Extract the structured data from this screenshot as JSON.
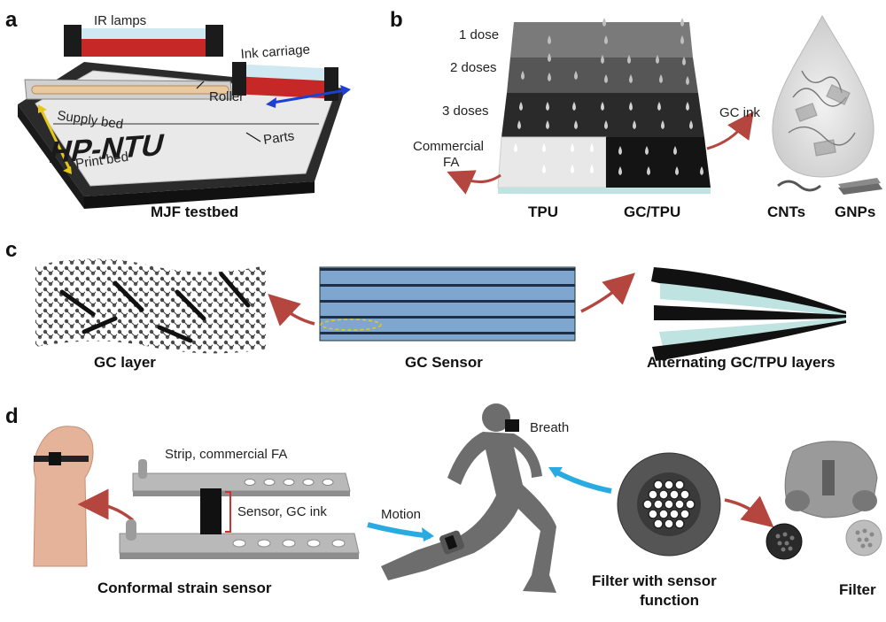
{
  "panels": {
    "a": {
      "letter": "a",
      "labels": {
        "ir_lamps": "IR lamps",
        "ink_carriage": "Ink carriage",
        "roller": "Roller",
        "supply_bed": "Supply bed",
        "parts": "Parts",
        "print_bed": "Print bed",
        "part_text": "HP-NTU"
      },
      "caption": "MJF testbed"
    },
    "b": {
      "letter": "b",
      "doses": [
        "1 dose",
        "2 doses",
        "3 doses"
      ],
      "commercial_fa": [
        "Commercial",
        "FA"
      ],
      "gc_ink": "GC ink",
      "captions": [
        "TPU",
        "GC/TPU",
        "CNTs",
        "GNPs"
      ]
    },
    "c": {
      "letter": "c",
      "captions": [
        "GC layer",
        "GC Sensor",
        "Alternating GC/TPU layers"
      ]
    },
    "d": {
      "letter": "d",
      "labels": {
        "strip": "Strip, commercial FA",
        "sensor": "Sensor, GC ink",
        "motion": "Motion",
        "breath": "Breath"
      },
      "captions": {
        "strain": "Conformal strain sensor",
        "filter_line1": "Filter with sensor",
        "filter_line2": "function",
        "filter": "Filter"
      }
    }
  },
  "colors": {
    "arrow_red": "#b5463f",
    "arrow_blue": "#29abe2",
    "tpu_teal": "#bfe3e0",
    "sensor_blue": "#7fa6cf",
    "yellow": "#e6c619"
  }
}
